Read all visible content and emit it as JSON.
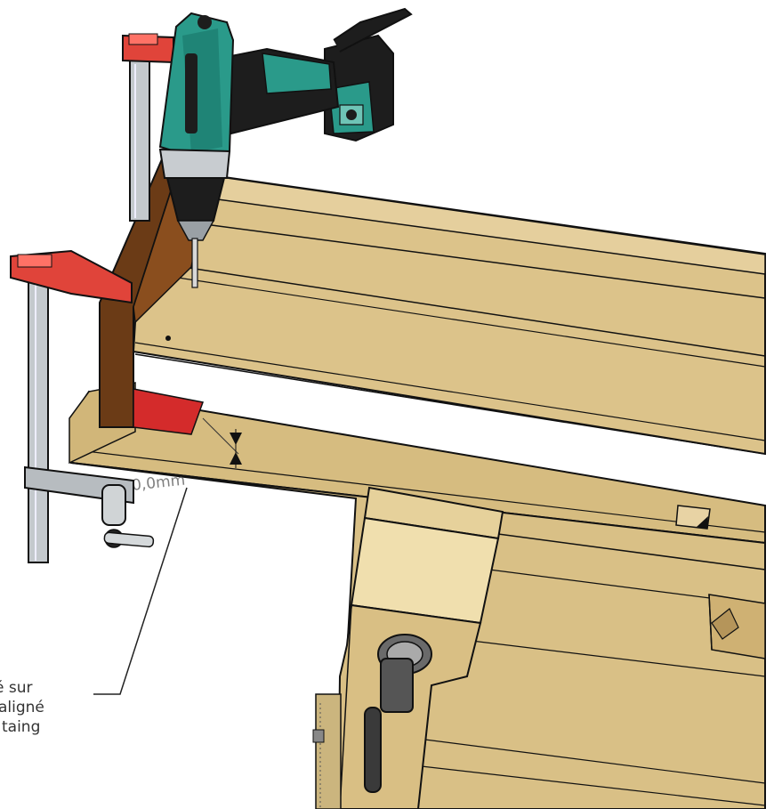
{
  "annotations": {
    "dimension_label": "10,0mm",
    "callout_lines": [
      "é sur",
      "aligné",
      "taing"
    ]
  },
  "colors": {
    "wood_top": "#dcc38a",
    "wood_front": "#d6bc80",
    "wood_edge": "#c9ad72",
    "dark_wood": "#6b3b16",
    "red_marker": "#d42b2b",
    "clamp_red": "#e0443a",
    "clamp_steel": "#c4c9cd",
    "drill_body": "#2a9a8a",
    "drill_dark": "#1d1d1d",
    "outline": "#111111"
  }
}
